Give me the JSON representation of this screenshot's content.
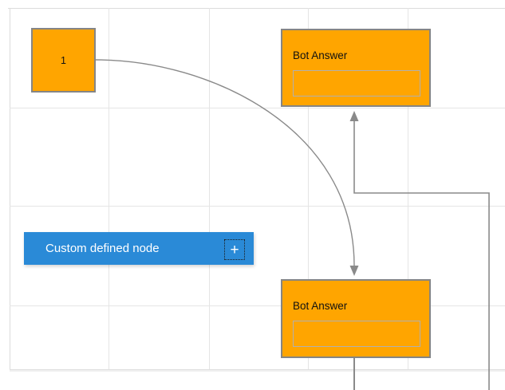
{
  "diagram": {
    "nodes": {
      "source": {
        "label": "1"
      },
      "bot_answer_top": {
        "title": "Bot Answer"
      },
      "bot_answer_bottom": {
        "title": "Bot Answer"
      },
      "custom": {
        "label": "Custom defined node",
        "add_button": "+"
      }
    }
  },
  "colors": {
    "node_fill": "#FFA500",
    "node_border": "#858585",
    "inner_border": "#b0b0b0",
    "custom_fill": "#2A8AD7",
    "custom_text": "#ffffff",
    "connector": "#8a8a8a",
    "grid": "#e5e5e5",
    "label": "#111111",
    "canvas_bg": "#ffffff"
  }
}
